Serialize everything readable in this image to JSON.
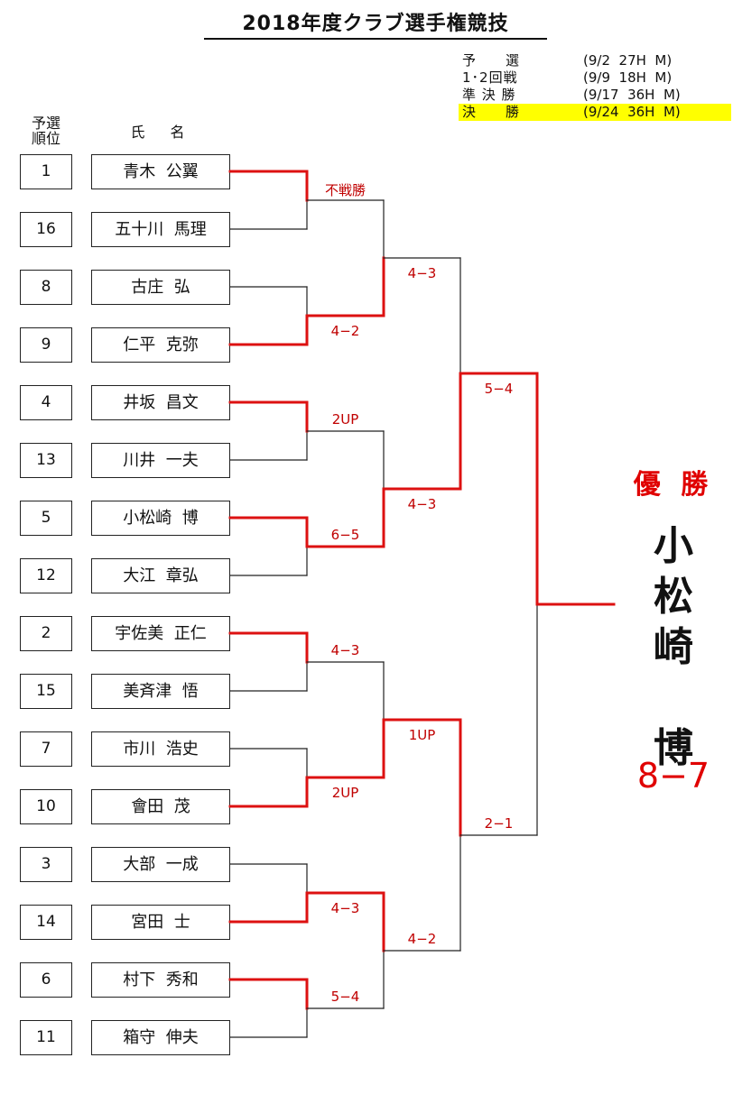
{
  "title": "2018年度クラブ選手権競技",
  "schedule": [
    {
      "label": "予　　選",
      "value": "(9/2  27H  M)",
      "highlight": false
    },
    {
      "label": "1･2回戦",
      "value": "(9/9  18H  M)",
      "highlight": false
    },
    {
      "label": "準 決 勝",
      "value": "(9/17  36H  M)",
      "highlight": false
    },
    {
      "label": "決　　勝",
      "value": "(9/24  36H  M)",
      "highlight": true
    }
  ],
  "headers": {
    "seed": "予選\n順位",
    "name": "氏　名"
  },
  "entries": [
    {
      "seed": "1",
      "name": "青木  公翼"
    },
    {
      "seed": "16",
      "name": "五十川  馬理"
    },
    {
      "seed": "8",
      "name": "古庄  弘"
    },
    {
      "seed": "9",
      "name": "仁平  克弥"
    },
    {
      "seed": "4",
      "name": "井坂  昌文"
    },
    {
      "seed": "13",
      "name": "川井  一夫"
    },
    {
      "seed": "5",
      "name": "小松崎  博"
    },
    {
      "seed": "12",
      "name": "大江  章弘"
    },
    {
      "seed": "2",
      "name": "宇佐美  正仁"
    },
    {
      "seed": "15",
      "name": "美斉津  悟"
    },
    {
      "seed": "7",
      "name": "市川  浩史"
    },
    {
      "seed": "10",
      "name": "會田  茂"
    },
    {
      "seed": "3",
      "name": "大部  一成"
    },
    {
      "seed": "14",
      "name": "宮田  士"
    },
    {
      "seed": "6",
      "name": "村下  秀和"
    },
    {
      "seed": "11",
      "name": "箱守  伸夫"
    }
  ],
  "round1": [
    {
      "score": "不戦勝",
      "winner": 0
    },
    {
      "score": "4−2",
      "winner": 1
    },
    {
      "score": "2UP",
      "winner": 0
    },
    {
      "score": "6−5",
      "winner": 0
    },
    {
      "score": "4−3",
      "winner": 0
    },
    {
      "score": "2UP",
      "winner": 1
    },
    {
      "score": "4−3",
      "winner": 1
    },
    {
      "score": "5−4",
      "winner": 0
    }
  ],
  "round2": [
    {
      "score": "4−3",
      "winner": 1
    },
    {
      "score": "4−3",
      "winner": 1
    },
    {
      "score": "1UP",
      "winner": 1
    },
    {
      "score": "4−2",
      "winner": 0
    }
  ],
  "round3": [
    {
      "score": "5−4",
      "winner": 1
    },
    {
      "score": "2−1",
      "winner": 0
    }
  ],
  "final": {
    "winner": 0
  },
  "champion": {
    "label": "優 勝",
    "name": "小\n松\n崎\n\n博",
    "score": "8−7"
  },
  "colors": {
    "win_line": "#dd1111",
    "line": "#222222",
    "score": "#c00000",
    "highlight": "#ffff00"
  }
}
